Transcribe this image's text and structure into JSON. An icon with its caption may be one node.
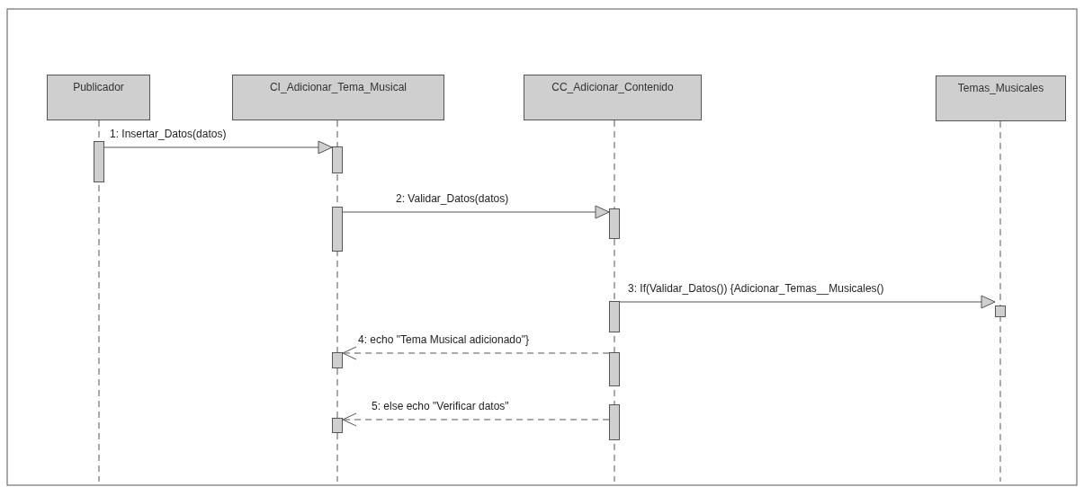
{
  "diagram": {
    "nodes": [
      {
        "text": [
          "Publicador"
        ]
      },
      {
        "text": [
          "CI_Adicionar_Tema_Musical"
        ]
      },
      {
        "text": [
          "CC_Adicionar_Contenido"
        ]
      },
      {
        "text": [
          "Temas_Musicales"
        ]
      },
      {
        "text": [],
        "shape": "bar"
      },
      {
        "text": [],
        "shape": "bar"
      },
      {
        "text": [],
        "shape": "bar"
      },
      {
        "text": [],
        "shape": "bar"
      },
      {
        "text": [],
        "shape": "bar"
      },
      {
        "text": [],
        "shape": "bar"
      },
      {
        "text": [],
        "shape": "bar"
      },
      {
        "text": [],
        "shape": "bar"
      },
      {
        "text": [],
        "shape": "bar"
      },
      {
        "text": [],
        "shape": "bar"
      }
    ],
    "edges": [
      {
        "from": 4,
        "to": 5,
        "arrow": "to",
        "label": "1: Insertar_Datos(datos)"
      },
      {
        "from": 6,
        "to": 7,
        "arrow": "to",
        "label": "2: Validar_Datos(datos)"
      },
      {
        "from": 8,
        "to": 9,
        "arrow": "to",
        "label": "3: If(Validar_Datos()) {Adicionar_Temas__Musicales()"
      },
      {
        "from": 10,
        "to": 11,
        "arrow": "to",
        "label": "4: echo \"Tema Musical adicionado\"}",
        "style": "dashed"
      },
      {
        "from": 12,
        "to": 13,
        "arrow": "to",
        "label": "5: else echo \"Verificar datos\"",
        "style": "dashed"
      }
    ]
  }
}
